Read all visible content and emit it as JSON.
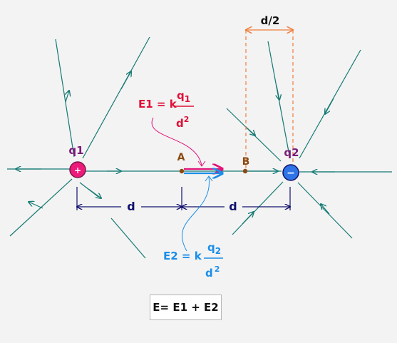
{
  "colors": {
    "field_line": "#157a73",
    "e1": "#e0157a",
    "e2": "#1a8ee8",
    "distance": "#10106e",
    "guide": "#f07d3a",
    "q1_fill": "#ee1a7a",
    "q2_fill": "#2f74e6",
    "charge_label": "#7a1a7a",
    "point_label": "#8a4a12",
    "background": "#f3f3f3"
  },
  "charges": {
    "q1": {
      "label": "q1",
      "sign": "+"
    },
    "q2": {
      "label": "q2",
      "sign": "−"
    }
  },
  "points": {
    "a": {
      "label": "A"
    },
    "b": {
      "label": "B"
    }
  },
  "distances": {
    "left": "d",
    "right": "d",
    "half": "d/2"
  },
  "formulas": {
    "e1": {
      "lhs": "E1 = k",
      "num": "q",
      "num_sub": "1",
      "den": "d",
      "den_sup": "2"
    },
    "e2": {
      "lhs": "E2 = k",
      "num": "q",
      "num_sub": "2",
      "den": "d",
      "den_sup": "2"
    },
    "total": "E= E1 + E2"
  }
}
